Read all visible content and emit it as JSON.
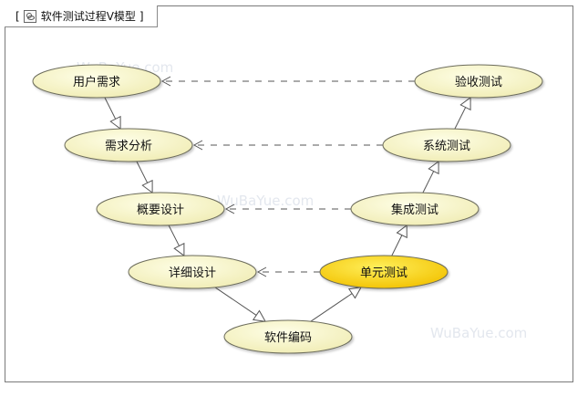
{
  "diagram": {
    "title": "软件测试过程V模型",
    "title_brackets": [
      "[",
      "]"
    ],
    "tab_icon": "use-case-diagram-icon",
    "watermarks": [
      "WuBaYue.com",
      "WuBaYue.com",
      "WuBaYue.com"
    ],
    "colors": {
      "node_fill_light": "#fefee6",
      "node_fill_dark": "#f0ecb4",
      "highlight_fill_light": "#ffef5a",
      "highlight_fill_dark": "#f2c100",
      "node_border": "#6c6c5c",
      "edge": "#555555"
    },
    "nodes": [
      {
        "id": "user-req",
        "label": "用户需求"
      },
      {
        "id": "req-analysis",
        "label": "需求分析"
      },
      {
        "id": "outline-design",
        "label": "概要设计"
      },
      {
        "id": "detail-design",
        "label": "详细设计"
      },
      {
        "id": "coding",
        "label": "软件编码"
      },
      {
        "id": "unit-test",
        "label": "单元测试",
        "highlight": true
      },
      {
        "id": "integration-test",
        "label": "集成测试"
      },
      {
        "id": "system-test",
        "label": "系统测试"
      },
      {
        "id": "acceptance-test",
        "label": "验收测试"
      }
    ],
    "flow_edges": [
      {
        "from": "user-req",
        "to": "req-analysis"
      },
      {
        "from": "req-analysis",
        "to": "outline-design"
      },
      {
        "from": "outline-design",
        "to": "detail-design"
      },
      {
        "from": "detail-design",
        "to": "coding"
      },
      {
        "from": "coding",
        "to": "unit-test"
      },
      {
        "from": "unit-test",
        "to": "integration-test"
      },
      {
        "from": "integration-test",
        "to": "system-test"
      },
      {
        "from": "system-test",
        "to": "acceptance-test"
      }
    ],
    "correspondence_edges": [
      {
        "from": "acceptance-test",
        "to": "user-req"
      },
      {
        "from": "system-test",
        "to": "req-analysis"
      },
      {
        "from": "integration-test",
        "to": "outline-design"
      },
      {
        "from": "unit-test",
        "to": "detail-design"
      }
    ]
  }
}
